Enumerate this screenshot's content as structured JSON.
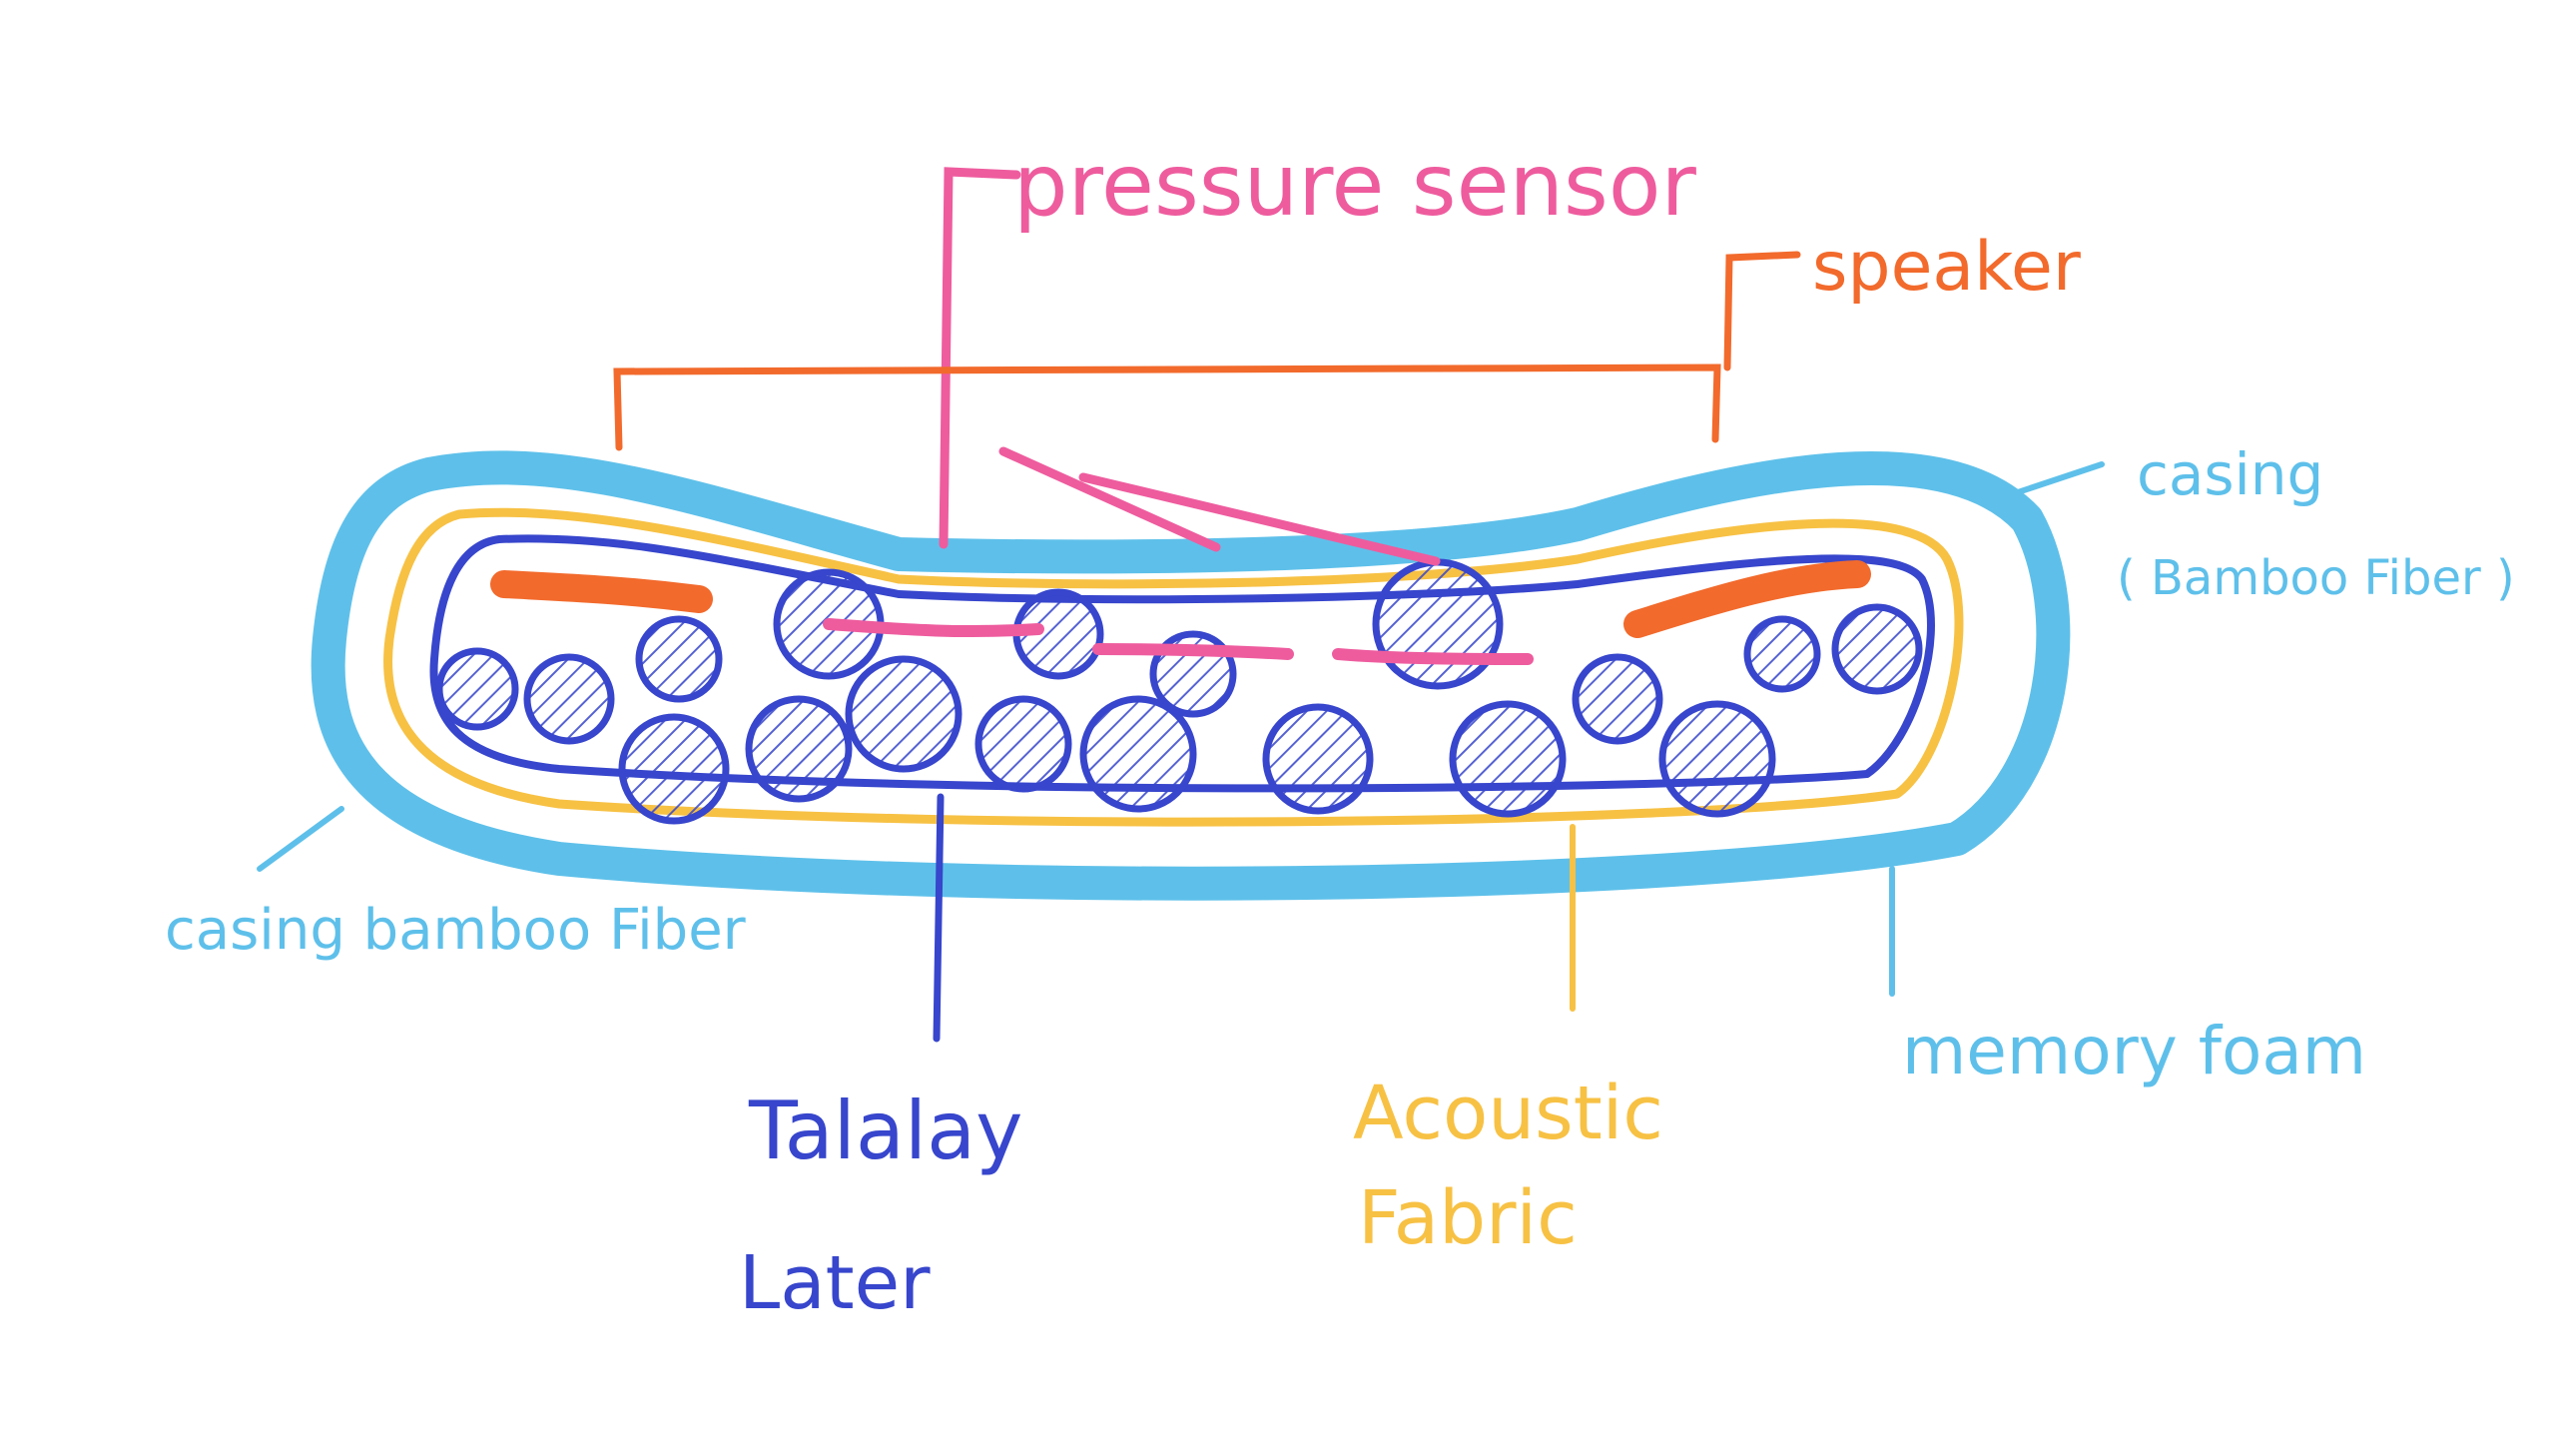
{
  "diagram": {
    "labels": {
      "pressure_sensor": "pressure sensor",
      "speaker": "speaker",
      "casing_top": "casing",
      "casing_top_sub": "( Bamboo Fiber )",
      "casing_left": "casing bamboo Fiber",
      "talalay_line1": "Talalay",
      "talalay_line2": "Later",
      "acoustic_line1": "Acoustic",
      "acoustic_line2": "Fabric",
      "memory_foam": "memory foam"
    },
    "colors": {
      "pink": "#ee5c9e",
      "orange": "#f26a2c",
      "light_blue": "#5ec0ea",
      "yellow": "#f7c144",
      "navy": "#3746cc"
    }
  }
}
